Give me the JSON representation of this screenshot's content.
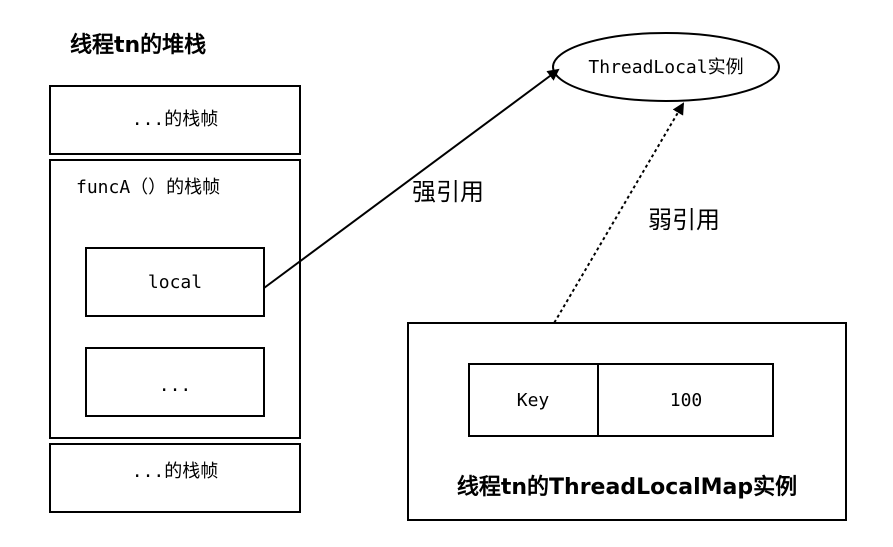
{
  "stack": {
    "title": "线程tn的堆栈",
    "top_frame": "...的栈帧",
    "funcA_frame": "funcA（）的栈帧",
    "local_var": "local",
    "other_var": "...",
    "bottom_frame": "...的栈帧"
  },
  "threadlocal": {
    "label": "ThreadLocal实例"
  },
  "map": {
    "title": "线程tn的ThreadLocalMap实例",
    "key_label": "Key",
    "value_label": "100"
  },
  "edges": {
    "strong_ref": "强引用",
    "weak_ref": "弱引用"
  }
}
